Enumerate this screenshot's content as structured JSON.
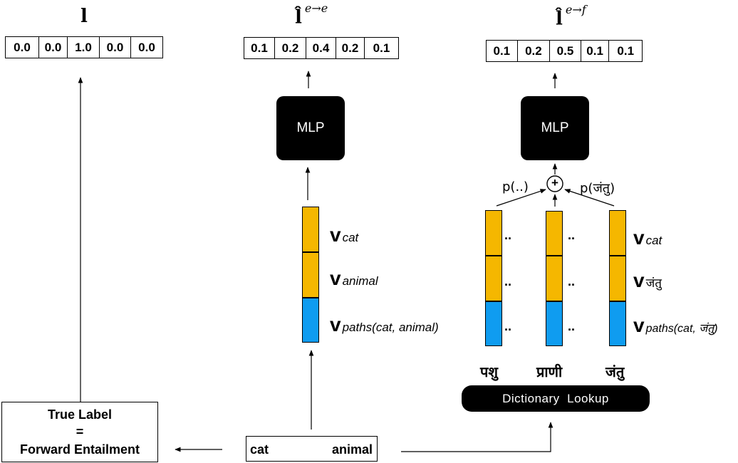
{
  "left": {
    "title": "l",
    "vector": [
      "0.0",
      "0.0",
      "1.0",
      "0.0",
      "0.0"
    ],
    "true_label": {
      "line1": "True Label",
      "line2": "=",
      "line3": "Forward Entailment"
    }
  },
  "middle": {
    "title": "l̂",
    "title_sup": "e→e",
    "vector": [
      "0.1",
      "0.2",
      "0.4",
      "0.2",
      "0.1"
    ],
    "mlp_label": "MLP",
    "labels": [
      {
        "main": "v",
        "sub": "cat"
      },
      {
        "main": "v",
        "sub": "animal"
      },
      {
        "main": "v",
        "sub": "paths(cat, animal)"
      }
    ]
  },
  "right": {
    "title": "l̂",
    "title_sup": "e→f",
    "vector": [
      "0.1",
      "0.2",
      "0.5",
      "0.1",
      "0.1"
    ],
    "mlp_label": "MLP",
    "plus": "+",
    "p_left": "p(..)",
    "p_right": "p(जंतु)",
    "labels": [
      {
        "main": "v",
        "sub": "cat"
      },
      {
        "main": "v",
        "sub": "जंतु"
      },
      {
        "main": "v",
        "sub": "paths(cat, जंतु)"
      }
    ],
    "dots": "..",
    "words": [
      "पशु",
      "प्राणी",
      "जंतु"
    ],
    "lookup_label": "Dictionary  Lookup"
  },
  "input": {
    "word1": "cat",
    "word2": "animal"
  },
  "colors": {
    "orange": "#f5b700",
    "blue": "#0f9cf0"
  }
}
